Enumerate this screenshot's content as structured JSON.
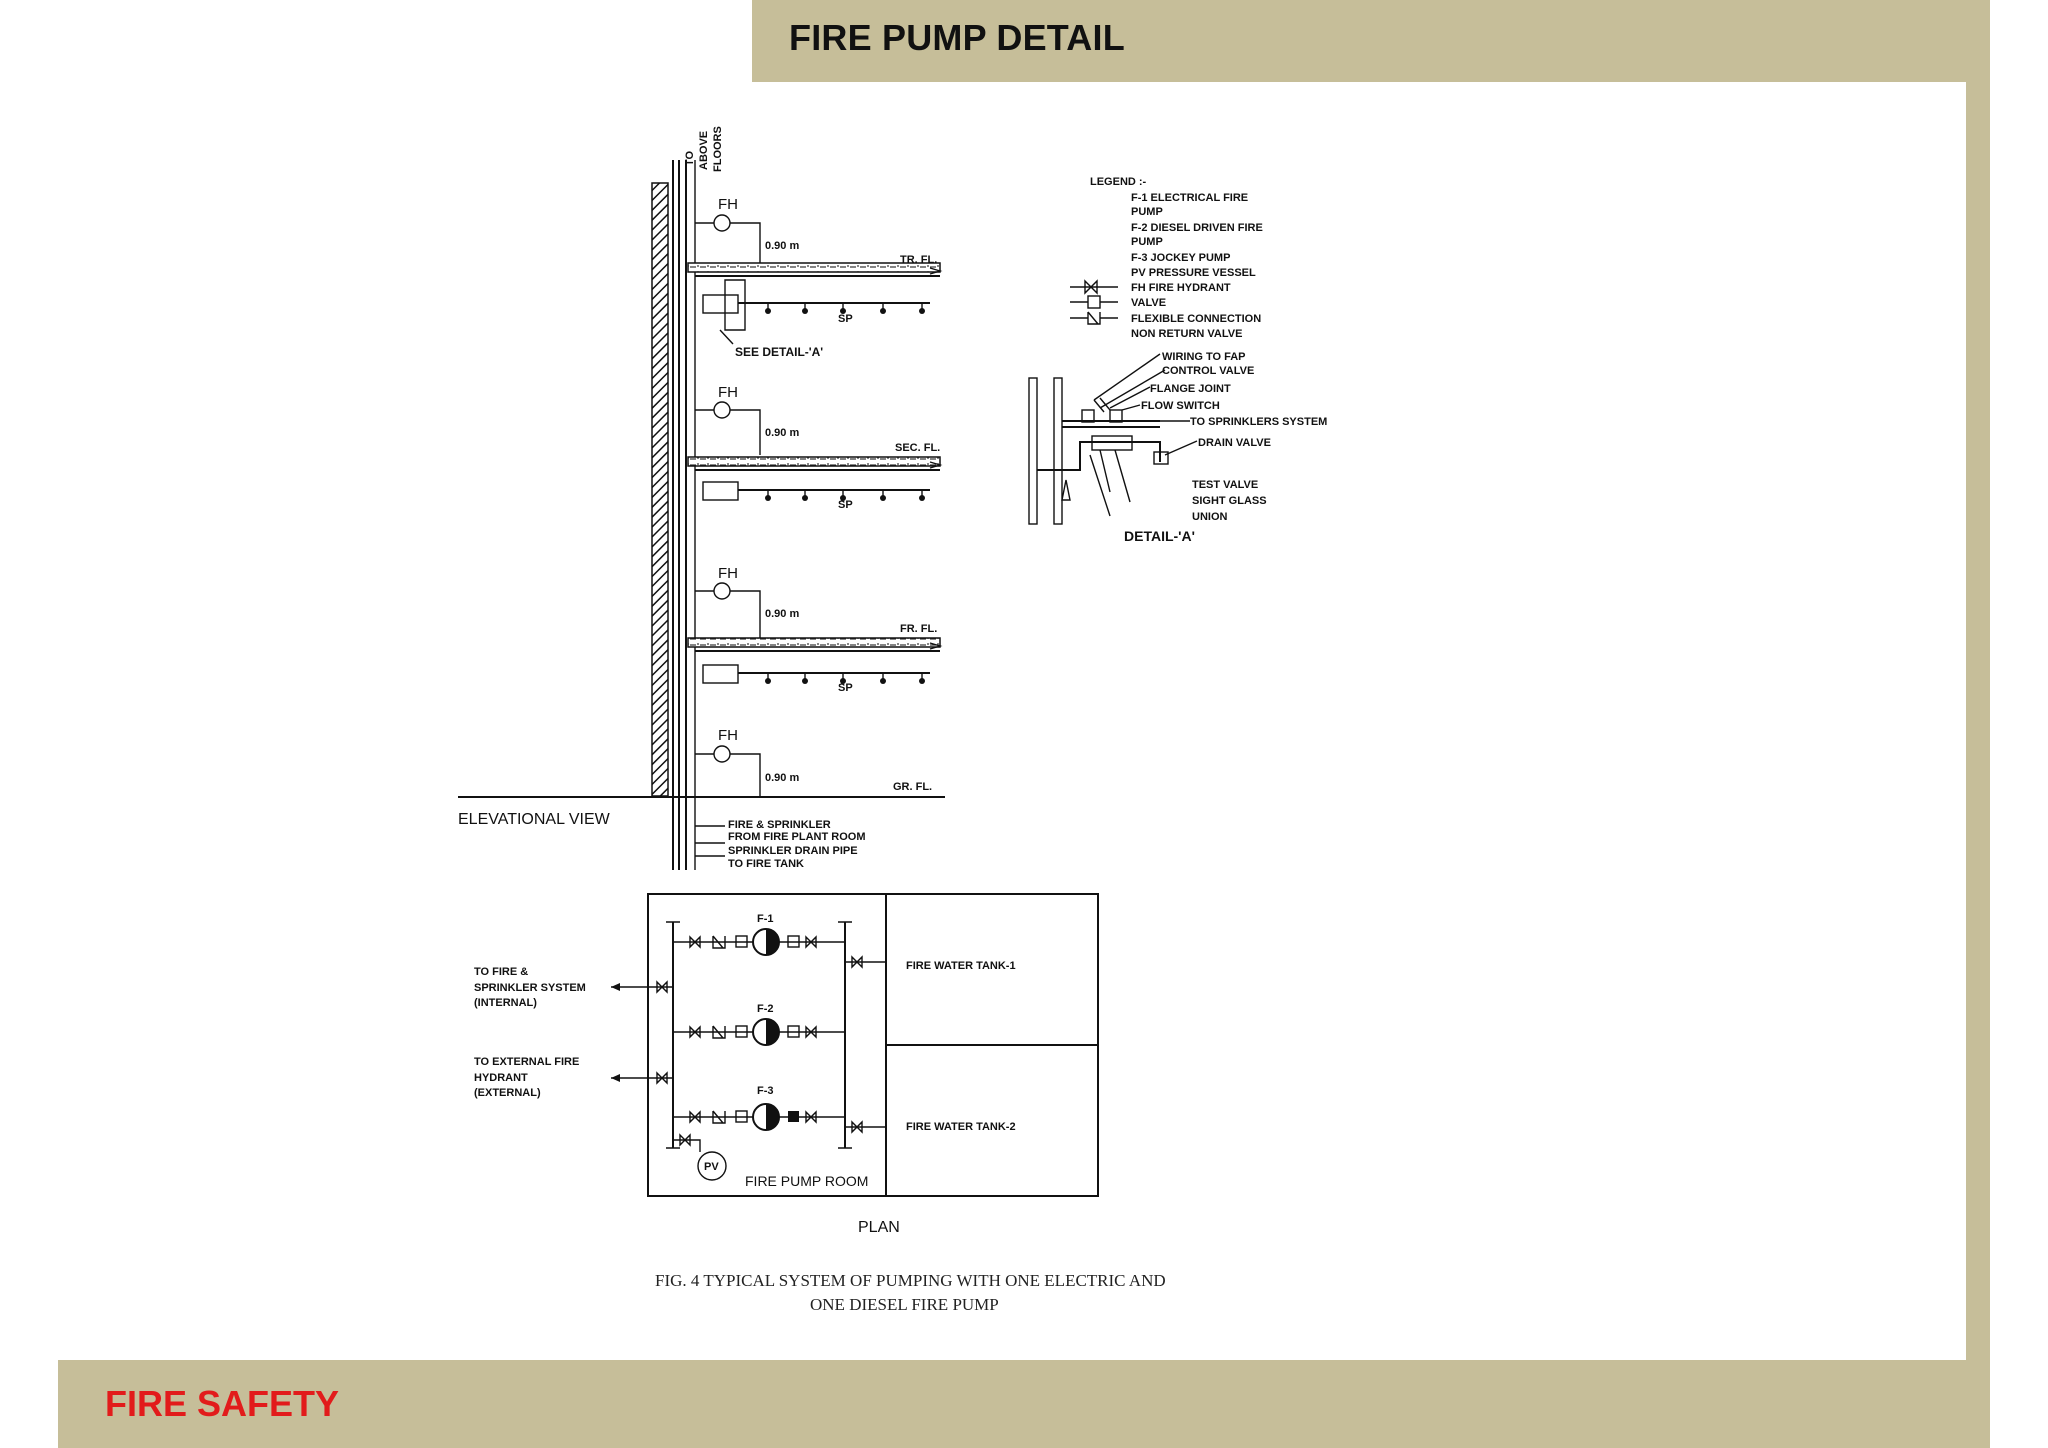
{
  "slide": {
    "title": "FIRE PUMP DETAIL",
    "footer": "FIRE SAFETY",
    "colors": {
      "band": "#c6be99",
      "footer_text": "#e21b1b",
      "title_text": "#111111"
    }
  },
  "elevation": {
    "top_note_1": "TO",
    "top_note_2": "ABOVE",
    "top_note_3": "FLOORS",
    "fh": "FH",
    "dim": "0.90 m",
    "sp": "SP",
    "floors": [
      "TR. FL.",
      "SEC. FL.",
      "FR. FL.",
      "GR. FL."
    ],
    "see_detail": "SEE DETAIL-'A'",
    "view_label": "ELEVATIONAL VIEW",
    "bottom_notes": [
      "FIRE & SPRINKLER",
      "FROM FIRE PLANT ROOM",
      "SPRINKLER DRAIN PIPE",
      "TO FIRE TANK"
    ]
  },
  "legend": {
    "heading": "LEGEND :-",
    "lines": [
      "F-1    ELECTRICAL FIRE",
      "PUMP",
      "F-2    DIESEL DRIVEN FIRE",
      "PUMP",
      "F-3    JOCKEY PUMP",
      "PV     PRESSURE VESSEL",
      "FH     FIRE HYDRANT",
      "VALVE",
      "FLEXIBLE CONNECTION",
      "NON RETURN VALVE"
    ]
  },
  "detail": {
    "labels": [
      "WIRING TO FAP",
      "CONTROL VALVE",
      "FLANGE JOINT",
      "FLOW SWITCH",
      "TO SPRINKLERS SYSTEM",
      "DRAIN VALVE",
      "TEST VALVE",
      "SIGHT GLASS",
      "UNION"
    ],
    "title": "DETAIL-'A'"
  },
  "plan": {
    "pumps": [
      "F-1",
      "F-2",
      "F-3"
    ],
    "pv": "PV",
    "room": "FIRE PUMP ROOM",
    "tank_1": "FIRE WATER TANK-1",
    "tank_2": "FIRE WATER TANK-2",
    "left_notes_1": [
      "TO FIRE &",
      "SPRINKLER SYSTEM",
      "(INTERNAL)"
    ],
    "left_notes_2": [
      "TO EXTERNAL FIRE",
      "HYDRANT",
      "(EXTERNAL)"
    ],
    "label": "PLAN"
  },
  "caption": {
    "line1": "FIG. 4  TYPICAL SYSTEM OF PUMPING WITH ONE ELECTRIC AND",
    "line2": "ONE DIESEL FIRE PUMP"
  }
}
